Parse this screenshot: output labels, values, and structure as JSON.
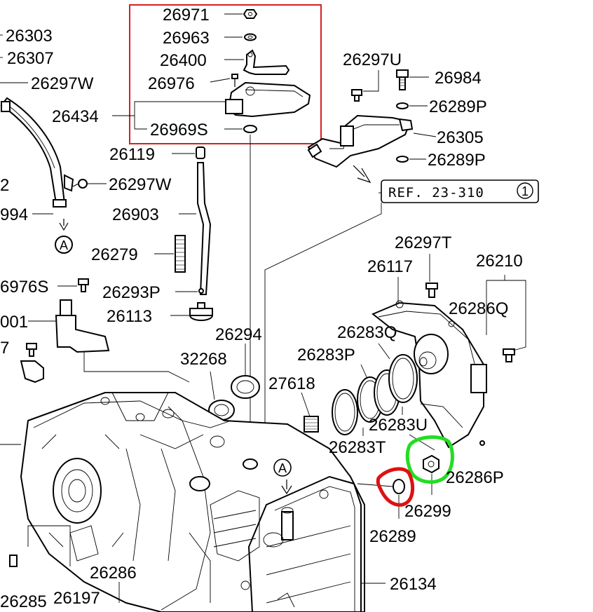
{
  "labels": {
    "l26971": "26971",
    "l26963": "26963",
    "l26400": "26400",
    "l26976": "26976",
    "l26434": "26434",
    "l26969S": "26969S",
    "l26303": "26303",
    "l26307": "26307",
    "l26297W_a": "26297W",
    "l26297W_b": "26297W",
    "l26119": "26119",
    "l2": "2",
    "l994": "994",
    "l26903": "26903",
    "l26279": "26279",
    "l6976S": "6976S",
    "l26293P": "26293P",
    "l001": "001",
    "l26113": "26113",
    "l7": "7",
    "l32268": "32268",
    "l26294": "26294",
    "l26297U": "26297U",
    "l26984": "26984",
    "l26289P_a": "26289P",
    "l26305": "26305",
    "l26289P_b": "26289P",
    "l26297T": "26297T",
    "l26117": "26117",
    "l26210": "26210",
    "l26286Q": "26286Q",
    "l26283Q": "26283Q",
    "l26283P": "26283P",
    "l27618": "27618",
    "l26283U": "26283U",
    "l26283T": "26283T",
    "l26286P": "26286P",
    "l26299": "26299",
    "l26289": "26289",
    "l26286": "26286",
    "l26197": "26197",
    "l26285": "26285",
    "l26134": "26134"
  },
  "reference_box": {
    "text": "REF. 23-310",
    "circled": "1"
  },
  "circle_markers": {
    "a1": "A",
    "a2": "A"
  },
  "highlight_colors": {
    "box": "#d42020",
    "green": "#22dd22",
    "red": "#dd1111"
  }
}
